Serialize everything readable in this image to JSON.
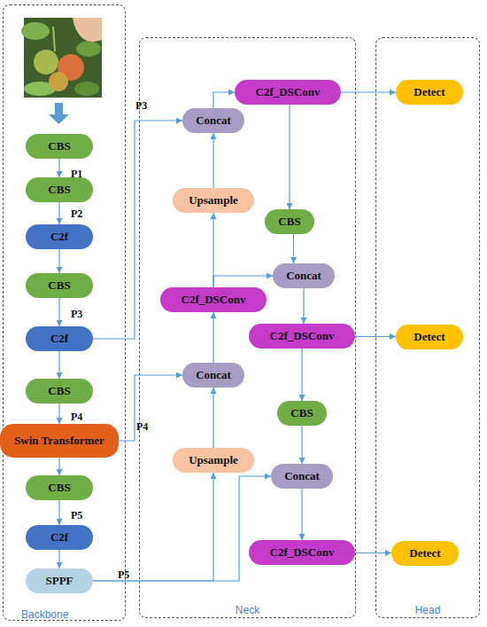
{
  "diagram": {
    "nodes": [
      {
        "text": [
          "Backbone"
        ]
      },
      {
        "text": [
          "CBS"
        ],
        "in": 0
      },
      {
        "text": [
          "CBS"
        ],
        "in": 0
      },
      {
        "text": [
          "C2f"
        ],
        "in": 0
      },
      {
        "text": [
          "CBS"
        ],
        "in": 0
      },
      {
        "text": [
          "C2f"
        ],
        "in": 0
      },
      {
        "text": [
          "CBS"
        ],
        "in": 0
      },
      {
        "text": [
          "Swin Transformer"
        ],
        "in": 0
      },
      {
        "text": [
          "CBS"
        ],
        "in": 0
      },
      {
        "text": [
          "C2f"
        ],
        "in": 0
      },
      {
        "text": [
          "SPPF"
        ],
        "in": 0
      },
      {
        "text": [
          "Neck"
        ]
      },
      {
        "text": [
          "C2f_DSConv"
        ],
        "in": 11
      },
      {
        "text": [
          "Concat"
        ],
        "in": 11
      },
      {
        "text": [
          "Upsample"
        ],
        "in": 11
      },
      {
        "text": [
          "CBS"
        ],
        "in": 11
      },
      {
        "text": [
          "Concat"
        ],
        "in": 11
      },
      {
        "text": [
          "C2f_DSConv"
        ],
        "in": 11
      },
      {
        "text": [
          "C2f_DSConv"
        ],
        "in": 11
      },
      {
        "text": [
          "Concat"
        ],
        "in": 11
      },
      {
        "text": [
          "CBS"
        ],
        "in": 11
      },
      {
        "text": [
          "Upsample"
        ],
        "in": 11
      },
      {
        "text": [
          "Concat"
        ],
        "in": 11
      },
      {
        "text": [
          "C2f_DSConv"
        ],
        "in": 11
      },
      {
        "text": [
          "Head"
        ]
      },
      {
        "text": [
          "Detect"
        ],
        "in": 24
      },
      {
        "text": [
          "Detect"
        ],
        "in": 24
      },
      {
        "text": [
          "Detect"
        ],
        "in": 24
      }
    ],
    "edges": [
      {
        "from": 1,
        "to": 2,
        "arrow": "to"
      },
      {
        "from": 2,
        "to": 3,
        "arrow": "to"
      },
      {
        "from": 3,
        "to": 4,
        "arrow": "to"
      },
      {
        "from": 4,
        "to": 5,
        "arrow": "to"
      },
      {
        "from": 5,
        "to": 6,
        "arrow": "to"
      },
      {
        "from": 6,
        "to": 7,
        "arrow": "to"
      },
      {
        "from": 7,
        "to": 8,
        "arrow": "to"
      },
      {
        "from": 8,
        "to": 9,
        "arrow": "to"
      },
      {
        "from": 9,
        "to": 10,
        "arrow": "to"
      },
      {
        "from": 5,
        "to": 13,
        "arrow": "to"
      },
      {
        "from": 7,
        "to": 19,
        "arrow": "to"
      },
      {
        "from": 10,
        "to": 21,
        "arrow": "to"
      },
      {
        "from": 10,
        "to": 22,
        "arrow": "to"
      },
      {
        "from": 21,
        "to": 19,
        "arrow": "to"
      },
      {
        "from": 19,
        "to": 17,
        "arrow": "to"
      },
      {
        "from": 17,
        "to": 14,
        "arrow": "to"
      },
      {
        "from": 17,
        "to": 16,
        "arrow": "to"
      },
      {
        "from": 14,
        "to": 13,
        "arrow": "to"
      },
      {
        "from": 13,
        "to": 12,
        "arrow": "to"
      },
      {
        "from": 12,
        "to": 25,
        "arrow": "to"
      },
      {
        "from": 12,
        "to": 15,
        "arrow": "to"
      },
      {
        "from": 15,
        "to": 16,
        "arrow": "to"
      },
      {
        "from": 16,
        "to": 18,
        "arrow": "to"
      },
      {
        "from": 18,
        "to": 26,
        "arrow": "to"
      },
      {
        "from": 18,
        "to": 20,
        "arrow": "to"
      },
      {
        "from": 20,
        "to": 22,
        "arrow": "to"
      },
      {
        "from": 22,
        "to": 23,
        "arrow": "to"
      },
      {
        "from": 23,
        "to": 27,
        "arrow": "to"
      }
    ],
    "labels": [
      "P1",
      "P2",
      "P3",
      "P4",
      "P5",
      "P3",
      "P4",
      "P5"
    ]
  }
}
